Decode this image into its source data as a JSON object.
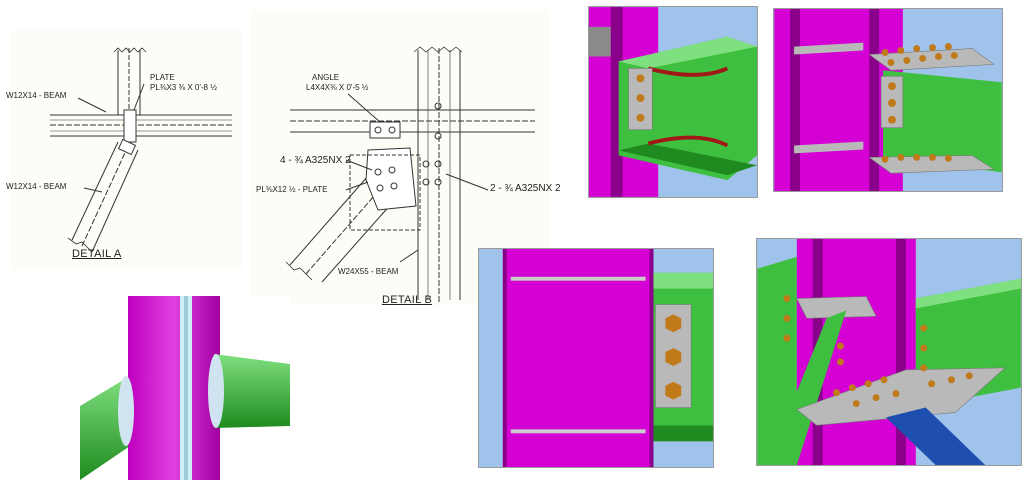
{
  "detail_a": {
    "title": "DETAIL A",
    "beam_top_label": "W12X14 - BEAM",
    "beam_diag_label": "W12X14 - BEAM",
    "plate_label_1": "PLATE",
    "plate_label_2": "PL⅜X3 ⅜ X 0'-8 ½"
  },
  "detail_b": {
    "title": "DETAIL B",
    "angle_label_1": "ANGLE",
    "angle_label_2": "L4X4X⅜ X 0'-5 ½",
    "bolts_left": "4 - ¾ A325NX 2",
    "plate_label": "PL⅜X12 ½ - PLATE",
    "bolts_right": "2 - ¾ A325NX 2",
    "beam_label": "W24X55 - BEAM"
  },
  "colors": {
    "column": "#d400d4",
    "column_dark": "#8a008a",
    "beam": "#3fbf3f",
    "beam_dark": "#1f7a1f",
    "plate": "#b9b9b9",
    "bolt": "#c07a1a",
    "sky": "#9fc3ea",
    "brace": "#1e4fb0",
    "weld": "#a01818"
  }
}
